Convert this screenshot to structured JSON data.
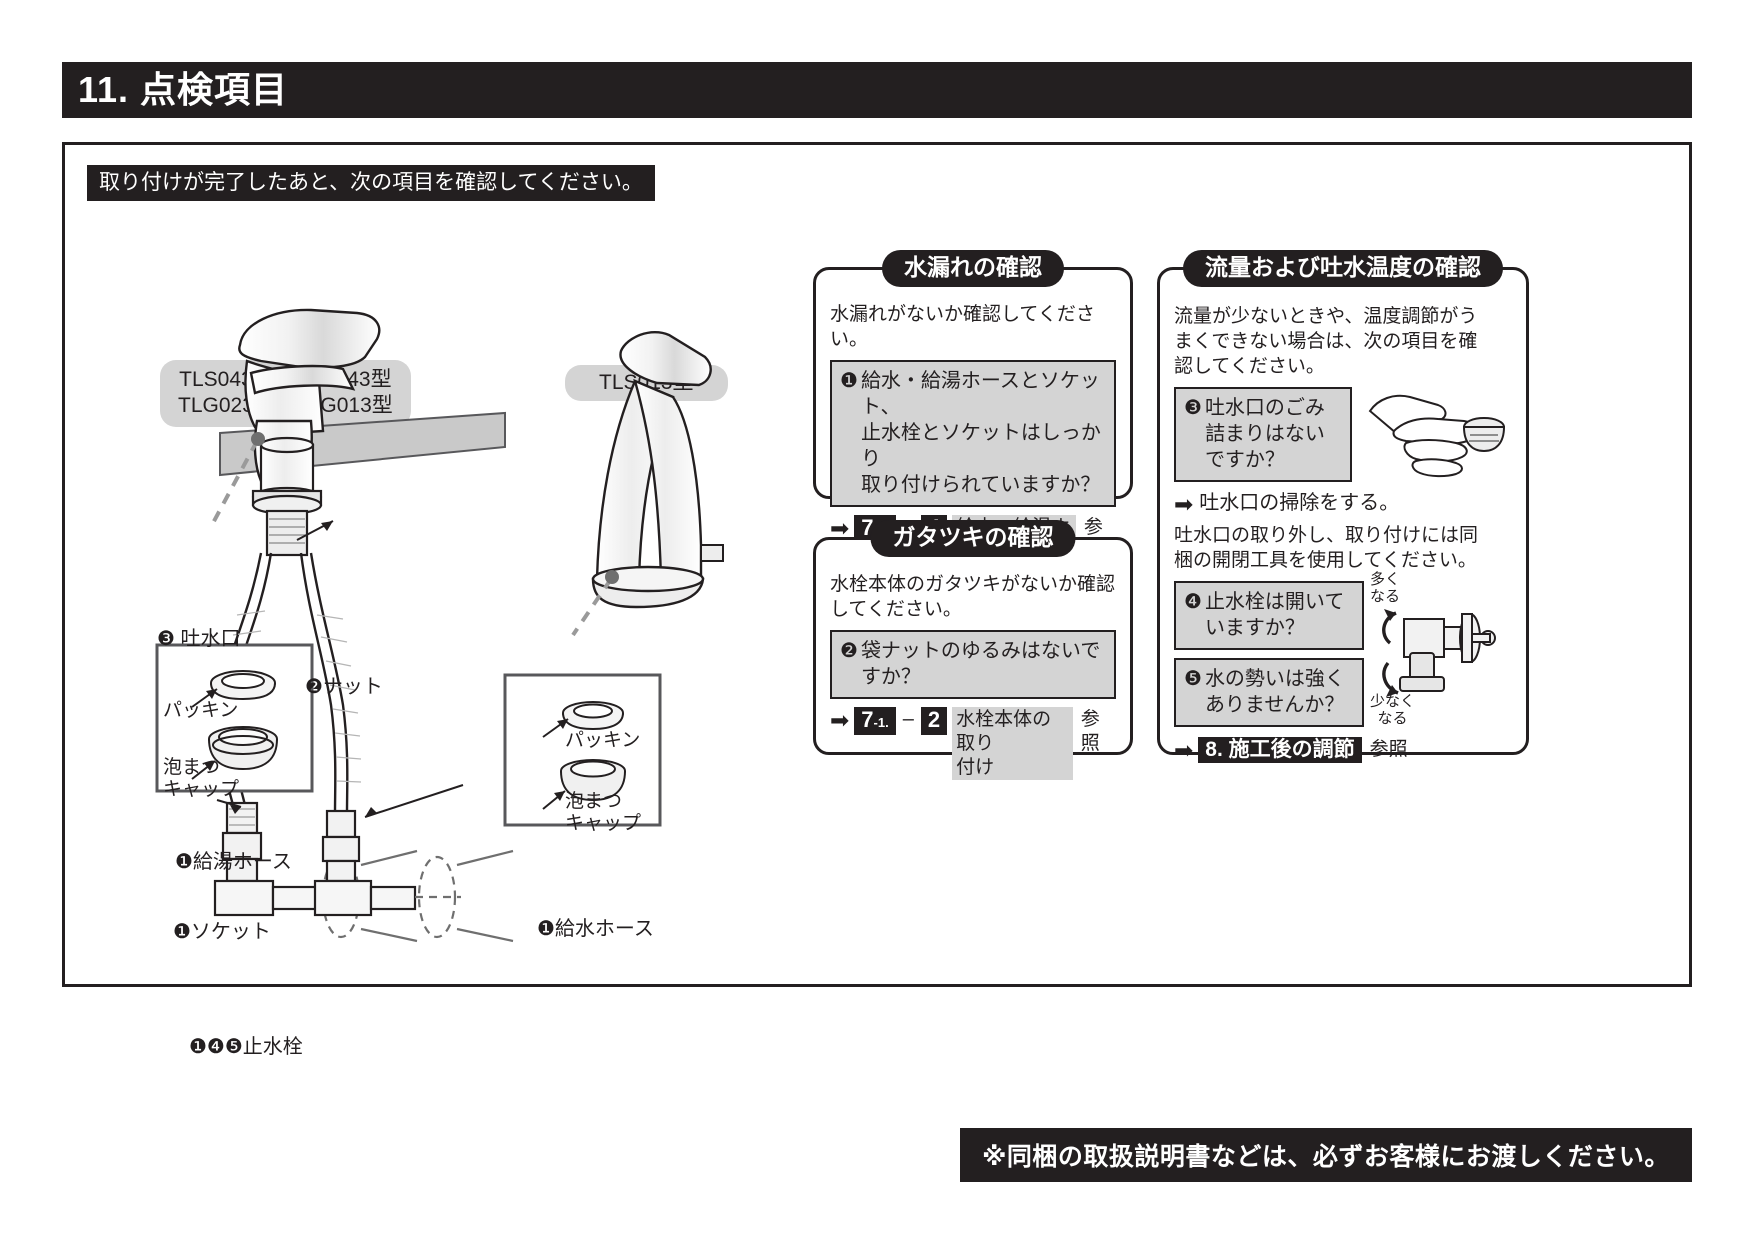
{
  "header": {
    "section_number": "11.",
    "title": "11. 点検項目"
  },
  "instruction": "取り付けが完了したあと、次の項目を確認してください。",
  "models": {
    "left_pill": "TLS043型・TLG043型\nTLG023型・TLG013型",
    "right_pill": "TLS013型"
  },
  "drawing_labels": {
    "outlet_head": "❸ 吐水口",
    "packing_1": "パッキン",
    "foam_cap_1": "泡まつ\nキャップ",
    "nut": "❷ナット",
    "hot_hose": "❶給湯ホース",
    "socket": "❶ソケット",
    "cold_hose": "❶給水ホース",
    "stop_valve": "❶❹❺止水栓",
    "packing_2": "パッキン",
    "foam_cap_2": "泡まつ\nキャップ"
  },
  "panels": [
    {
      "id": "leak-check",
      "title": "水漏れの確認",
      "lead": "水漏れがないか確認してください。",
      "question": {
        "num": "❶",
        "text": "給水・給湯ホースとソケット、\n止水栓とソケットはしっかり\n取り付けられていますか？"
      },
      "reference": {
        "arrow": "➡",
        "chip_main": "7",
        "chip_sub": "-2.",
        "dash": "–",
        "chip_second": "4",
        "label": "給水・給湯ホース\nの接続",
        "suffix": "参照"
      }
    },
    {
      "id": "wobble-check",
      "title": "ガタツキの確認",
      "lead": "水栓本体のガタツキがないか確認\nしてください。",
      "question": {
        "num": "❷",
        "text": "袋ナットのゆるみはないで\nすか？"
      },
      "reference": {
        "arrow": "➡",
        "chip_main": "7",
        "chip_sub": "-1.",
        "dash": "–",
        "chip_second": "2",
        "label": "水栓本体の取り\n付け",
        "suffix": "参照"
      }
    },
    {
      "id": "flow-temp-check",
      "title": "流量および吐水温度の確認",
      "lead": "流量が少ないときや、温度調節がう\nまくできない場合は、次の項目を確\n認してください。",
      "question3": {
        "num": "❸",
        "text": "吐水口のごみ\n詰まりはない\nですか？"
      },
      "clean_action": {
        "arrow": "➡",
        "text": "吐水口の掃除をする。"
      },
      "note": "吐水口の取り外し、取り付けには同\n梱の開閉工具を使用してください。",
      "question4": {
        "num": "❹",
        "text": "止水栓は開いて\nいますか？"
      },
      "question5": {
        "num": "❺",
        "text": "水の勢いは強く\nありませんか？"
      },
      "valve_labels": {
        "more": "多く\nなる",
        "less": "少なく\nなる"
      },
      "reference": {
        "arrow": "➡",
        "chip": "8. 施工後の調節",
        "suffix": "参照"
      }
    }
  ],
  "footer": "※同梱の取扱説明書などは、必ずお客様にお渡しください。",
  "colors": {
    "ink": "#231f20",
    "gray_fill": "#d4d4d4",
    "mid_gray": "#9a9a9a",
    "line_gray": "#58585b"
  }
}
